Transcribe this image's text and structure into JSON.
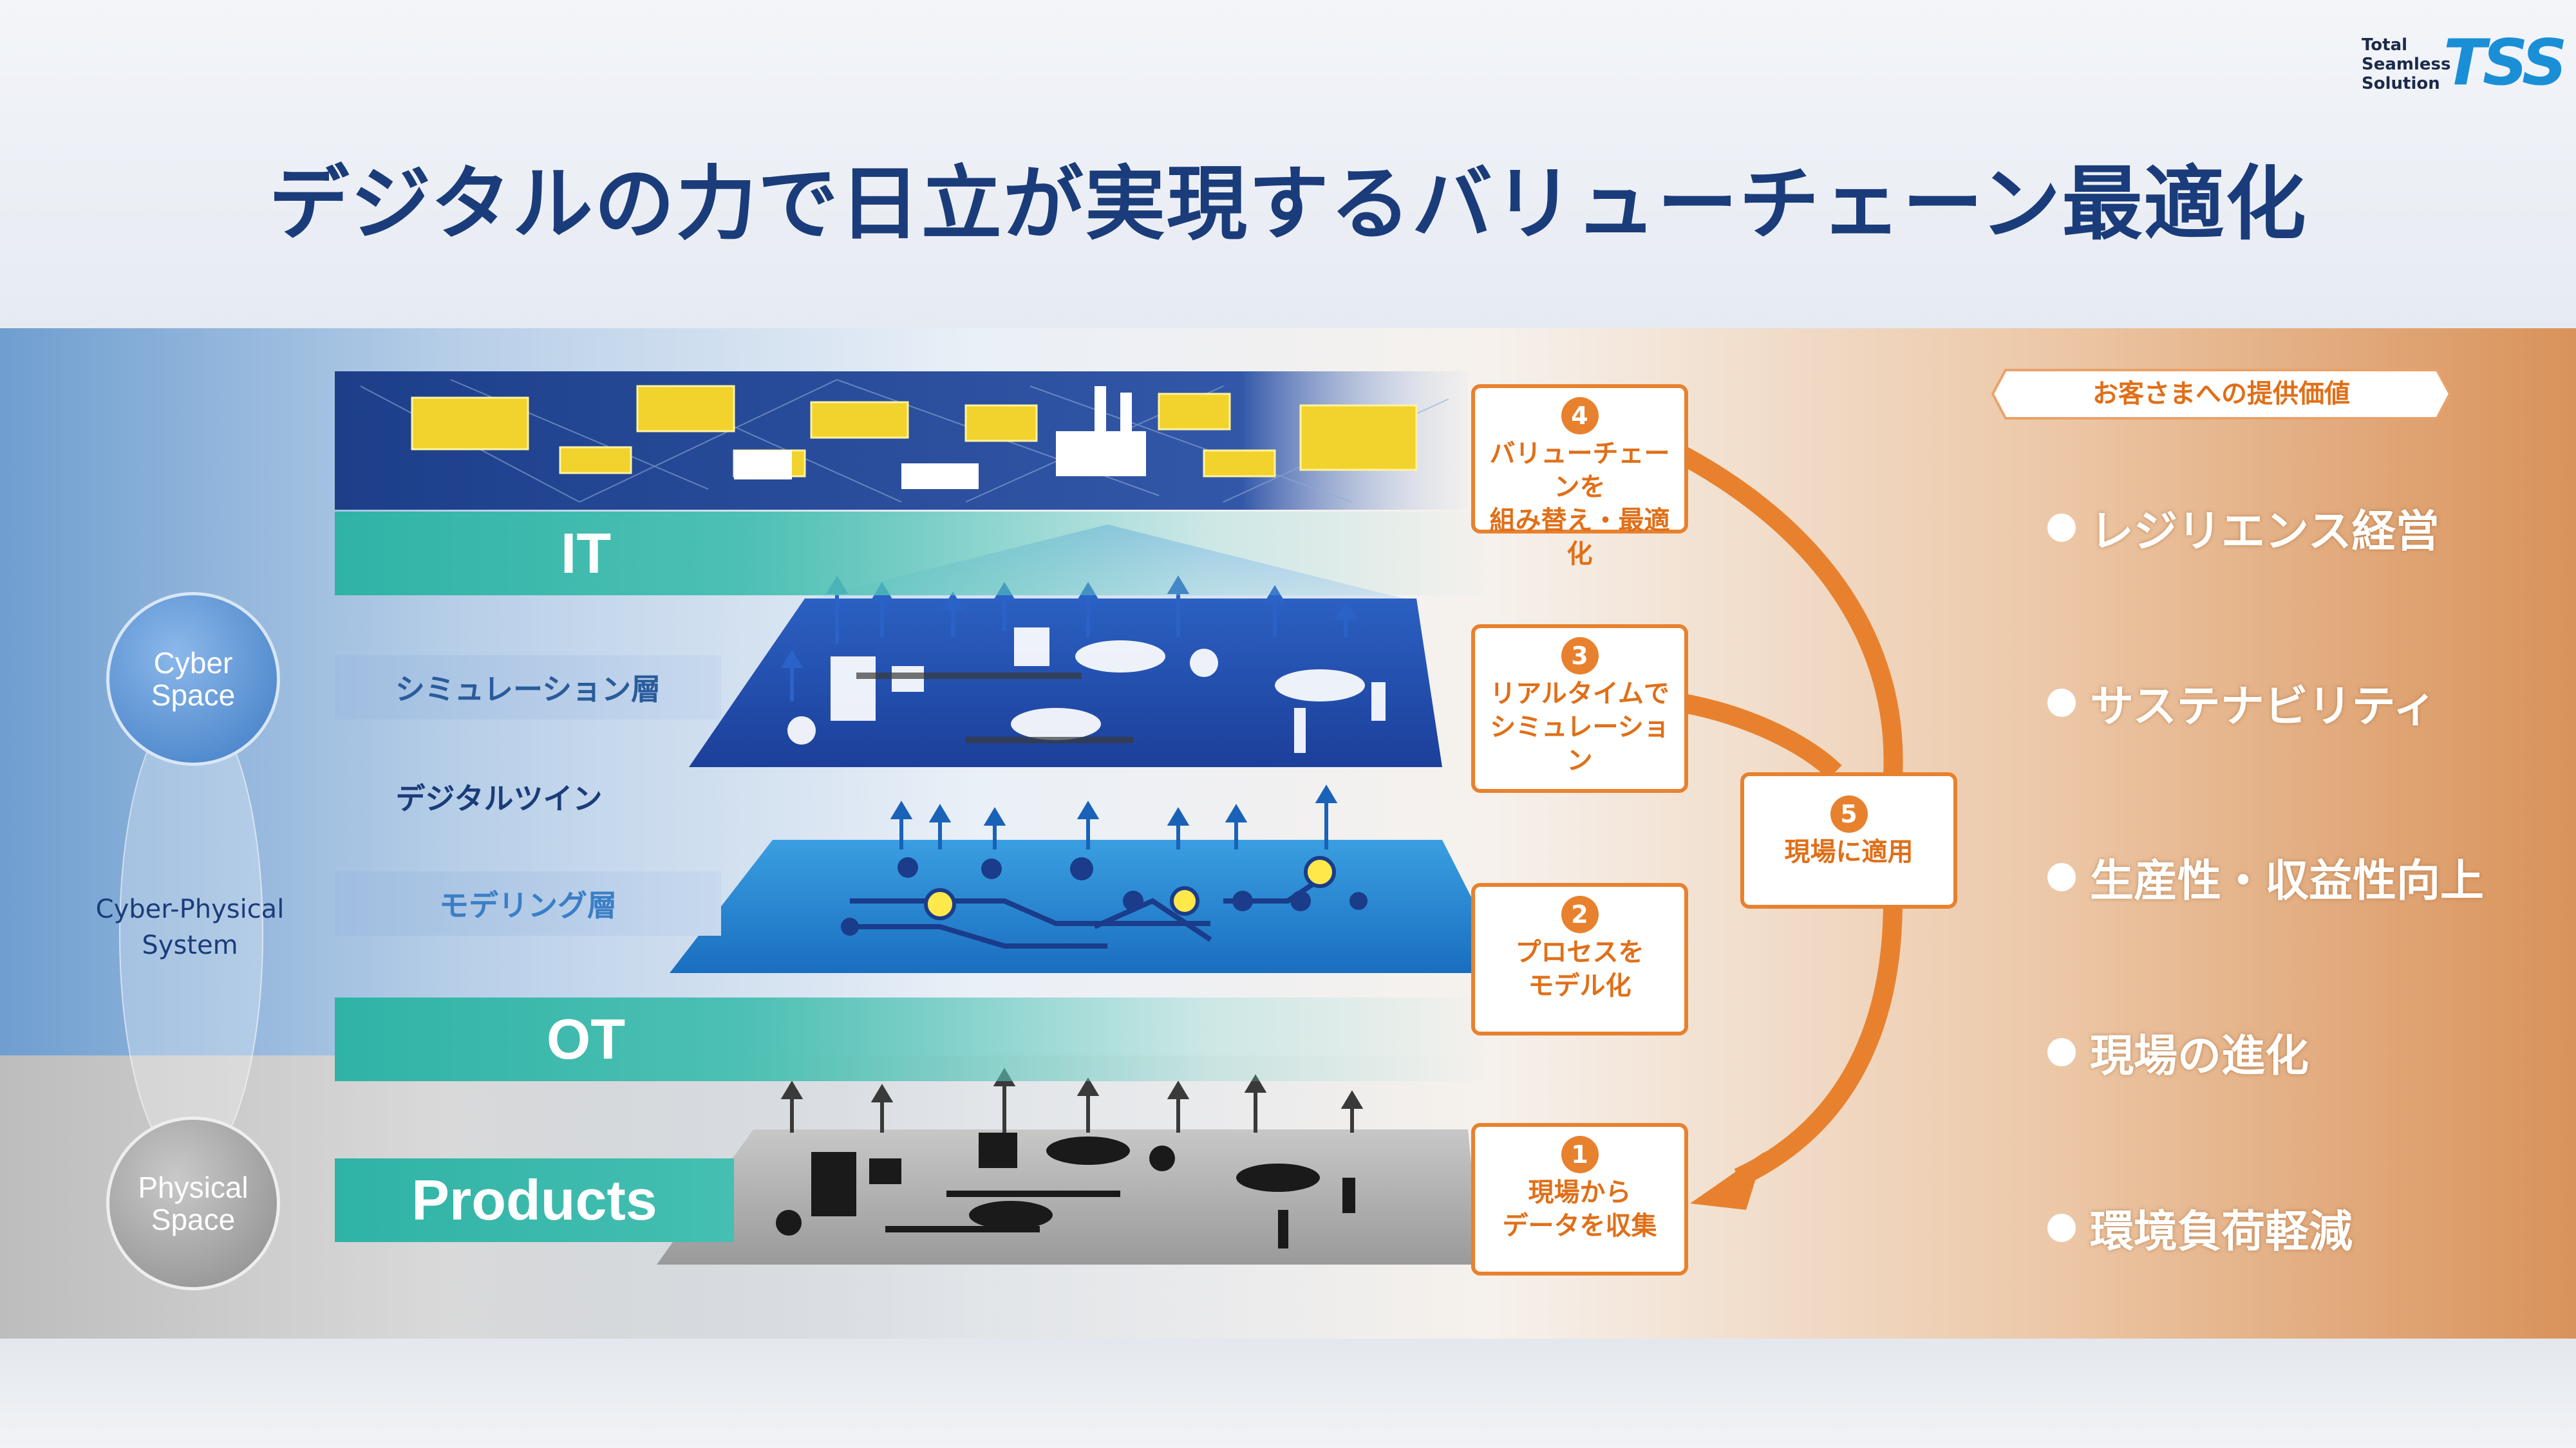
{
  "title": "デジタルの力で日立が実現するバリューチェーン最適化",
  "logo": {
    "text": [
      "Total",
      "Seamless",
      "Solution"
    ],
    "mark": "TSS"
  },
  "layers": {
    "it": "IT",
    "simulation": "シミュレーション層",
    "digital_twin": "デジタルツイン",
    "modeling": "モデリング層",
    "ot": "OT",
    "products": "Products"
  },
  "spaces": {
    "cyber": [
      "Cyber",
      "Space"
    ],
    "cps": [
      "Cyber-Physical",
      "System"
    ],
    "physical": [
      "Physical",
      "Space"
    ]
  },
  "steps": [
    {
      "num": "1",
      "lines": [
        "現場から",
        "データを収集"
      ]
    },
    {
      "num": "2",
      "lines": [
        "プロセスを",
        "モデル化"
      ]
    },
    {
      "num": "3",
      "lines": [
        "リアルタイムで",
        "シミュレーション"
      ]
    },
    {
      "num": "4",
      "lines": [
        "バリューチェーンを",
        "組み替え・最適化"
      ]
    },
    {
      "num": "5",
      "lines": [
        "現場に適用"
      ]
    }
  ],
  "value_header": "お客さまへの提供価値",
  "values": [
    "レジリエンス経営",
    "サステナビリティ",
    "生産性・収益性向上",
    "現場の進化",
    "環境負荷軽減"
  ],
  "colors": {
    "navy": "#1b3c7a",
    "teal": "#2fb3a6",
    "orange": "#e8812e",
    "blue": "#1a62b8"
  }
}
